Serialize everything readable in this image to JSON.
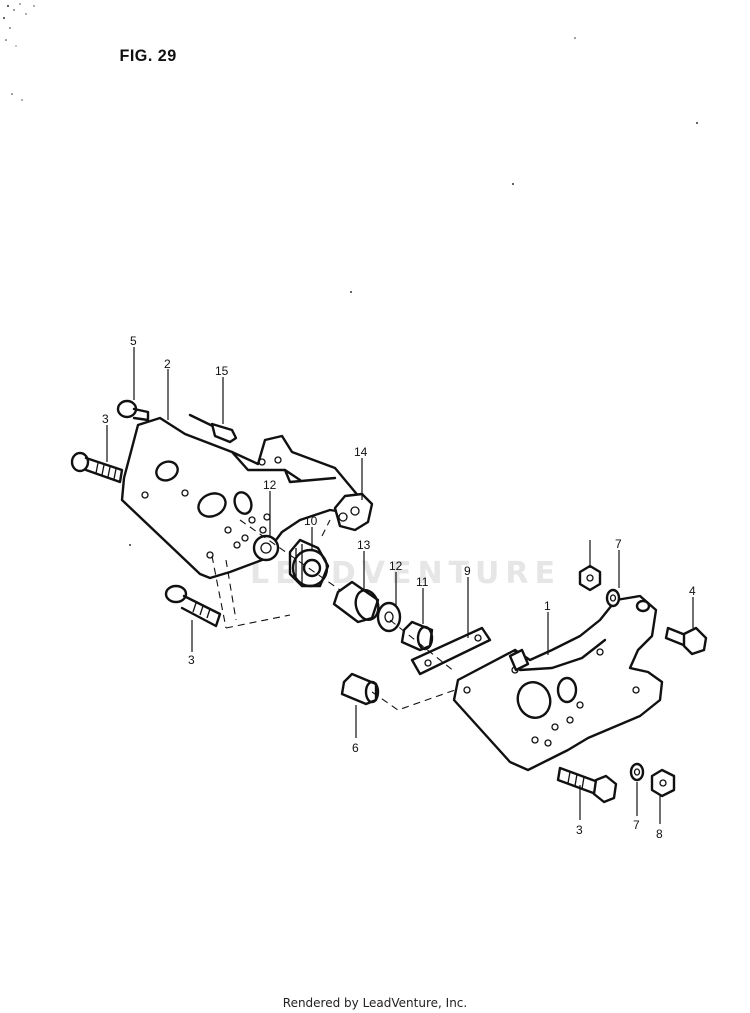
{
  "figure": {
    "title": "FIG. 29"
  },
  "watermark": "LEADVENTURE",
  "footer": "Rendered by LeadVenture, Inc.",
  "callouts": [
    {
      "id": "c5",
      "text": "5"
    },
    {
      "id": "c2",
      "text": "2"
    },
    {
      "id": "c15",
      "text": "15"
    },
    {
      "id": "c3a",
      "text": "3"
    },
    {
      "id": "c14",
      "text": "14"
    },
    {
      "id": "c12a",
      "text": "12"
    },
    {
      "id": "c10",
      "text": "10"
    },
    {
      "id": "c13",
      "text": "13"
    },
    {
      "id": "c12b",
      "text": "12"
    },
    {
      "id": "c11",
      "text": "11"
    },
    {
      "id": "c9",
      "text": "9"
    },
    {
      "id": "c7a",
      "text": "7"
    },
    {
      "id": "c4",
      "text": "4"
    },
    {
      "id": "c1",
      "text": "1"
    },
    {
      "id": "c3b",
      "text": "3"
    },
    {
      "id": "c6",
      "text": "6"
    },
    {
      "id": "c3c",
      "text": "3"
    },
    {
      "id": "c7b",
      "text": "7"
    },
    {
      "id": "c8",
      "text": "8"
    }
  ]
}
